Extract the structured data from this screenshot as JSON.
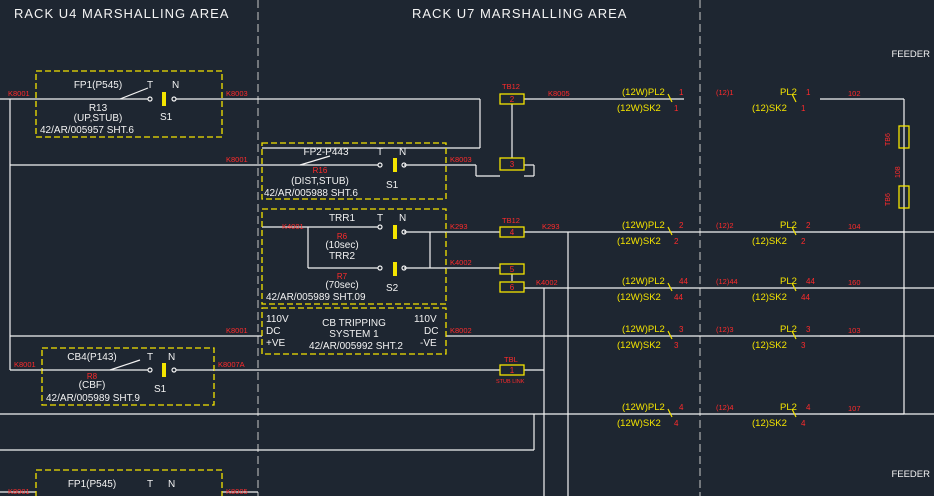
{
  "headers": {
    "rack_u4": "RACK U4  MARSHALLING AREA",
    "rack_u7": "RACK U7  MARSHALLING AREA",
    "feeder_top": "FEEDER",
    "feeder_bottom": "FEEDER"
  },
  "colors": {
    "background": "#1e2631",
    "wire": "#f2f2f2",
    "terminal": "#f4e400",
    "label_red": "#ff2b2b",
    "grid": "#c8c8c8"
  },
  "left_wire_labels": {
    "w1_left": "K8001",
    "w1_right": "K8003",
    "w2": "K8001",
    "w3": "K8001",
    "w4_left": "K8001",
    "w4_right": "K8007A",
    "w5_left": "K8001",
    "w5_right": "K8005"
  },
  "block_fp1": {
    "title": "FP1(P545)",
    "relay": "R13",
    "desc": "(UP,STUB)",
    "ref": "42/AR/005957  SHT.6",
    "t": "T",
    "n": "N",
    "sw": "S1"
  },
  "block_fp2": {
    "title": "FP2-P443",
    "relay": "R16",
    "desc": "(DIST,STUB)",
    "ref": "42/AR/005988  SHT.6",
    "t": "T",
    "n": "N",
    "sw": "S1",
    "out": "K8003"
  },
  "block_trr": {
    "k_in": "K4001",
    "trr1": "TRR1",
    "r1": "R6",
    "d1": "(10sec)",
    "trr2": "TRR2",
    "r2": "R7",
    "d2": "(70sec)",
    "ref": "42/AR/005989  SHT.09",
    "t": "T",
    "n": "N",
    "sw": "S2",
    "out1": "K293",
    "out2": "K4002"
  },
  "block_cb": {
    "v_left": "110V",
    "dc_left": "DC",
    "pol_left": "+VE",
    "title1": "CB  TRIPPING",
    "title2": "SYSTEM  1",
    "ref": "42/AR/005992  SHT.2",
    "v_right": "110V",
    "dc_right": "DC",
    "pol_right": "-VE",
    "k_in": "K8001",
    "k_out": "K8002"
  },
  "block_cb4": {
    "title": "CB4(P143)",
    "relay": "R8",
    "desc": "(CBF)",
    "ref": "42/AR/005989  SHT.9",
    "t": "T",
    "n": "N",
    "sw": "S1"
  },
  "block_fp1_bottom": {
    "title": "FP1(P545)",
    "t": "T",
    "n": "N"
  },
  "terminals": {
    "tb12_top": "TB12",
    "t2": "2",
    "t3": "3",
    "tb12_mid": "TB12",
    "t4": "4",
    "t5": "5",
    "t6": "6",
    "tbl": "TBL",
    "t1": "1",
    "stub_link": "STUB LINK",
    "k_tb12_top": "K8005",
    "k_tb12_mid": "K293",
    "k_tb6": "K4002"
  },
  "rows": [
    {
      "a": "(12W)PL2",
      "an": "1",
      "b": "(12W)SK2",
      "bn": "1",
      "c": "(12)1",
      "d": "PL2",
      "dn": "1",
      "e": "(12)SK2",
      "en": "1",
      "out": "102"
    },
    {
      "a": "(12W)PL2",
      "an": "2",
      "b": "(12W)SK2",
      "bn": "2",
      "c": "(12)2",
      "d": "PL2",
      "dn": "2",
      "e": "(12)SK2",
      "en": "2",
      "out": "104"
    },
    {
      "a": "(12W)PL2",
      "an": "44",
      "b": "(12W)SK2",
      "bn": "44",
      "c": "(12)44",
      "d": "PL2",
      "dn": "44",
      "e": "(12)SK2",
      "en": "44",
      "out": "160"
    },
    {
      "a": "(12W)PL2",
      "an": "3",
      "b": "(12W)SK2",
      "bn": "3",
      "c": "(12)3",
      "d": "PL2",
      "dn": "3",
      "e": "(12)SK2",
      "en": "3",
      "out": "103"
    },
    {
      "a": "(12W)PL2",
      "an": "4",
      "b": "(12W)SK2",
      "bn": "4",
      "c": "(12)4",
      "d": "PL2",
      "dn": "4",
      "e": "(12)SK2",
      "en": "4",
      "out": "107"
    }
  ],
  "right_terminals": {
    "tb_a": "TB6",
    "tb_b": "TB6",
    "mid": "108"
  }
}
